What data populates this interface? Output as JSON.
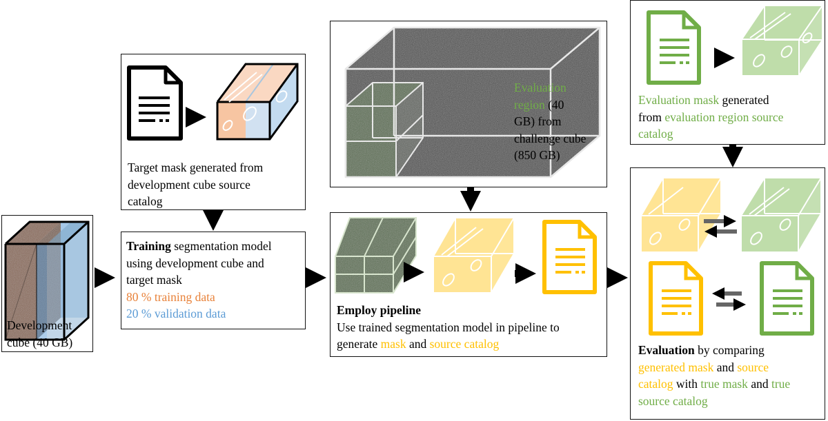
{
  "development": {
    "label_line1": "Development",
    "label_line2": "cube (40 GB)"
  },
  "target_mask": {
    "line1": "Target mask generated from",
    "line2": "development cube source",
    "line3": "catalog"
  },
  "training": {
    "bold": "Training",
    "line1_rest": " segmentation model",
    "line2": "using development cube and",
    "line3": "target mask",
    "training_data": "80 % training data",
    "validation_data": "20 % validation data"
  },
  "evaluation_region": {
    "green_line1": "Evaluation",
    "green_line2": "region",
    "line2_rest": " (40",
    "line3": "GB) from",
    "line4": "challenge cube",
    "line5": "(850 GB)"
  },
  "pipeline": {
    "bold": "Employ pipeline",
    "line1": "Use trained segmentation model in pipeline to",
    "line2_pre": "generate ",
    "mask": "mask",
    "and": " and ",
    "source_catalog": "source catalog"
  },
  "evaluation_mask": {
    "green_part1": "Evaluation mask",
    "rest1": " generated",
    "line2_pre": "from ",
    "green_part2": "evaluation region source",
    "green_part3": "catalog"
  },
  "evaluation": {
    "bold": "Evaluation",
    "line1_rest": " by comparing",
    "generated_mask": "generated mask",
    "and1": " and ",
    "source": "source",
    "catalog": "catalog",
    "with": " with ",
    "true_mask": "true mask",
    "and2": " and ",
    "true": "true",
    "source_catalog": "source catalog"
  },
  "colors": {
    "orange": "#e8823a",
    "blue": "#5b9bd5",
    "green": "#70ad47",
    "yellow": "#ffc000",
    "dark_green": "#3e5a2c",
    "brown": "#7a5238"
  }
}
